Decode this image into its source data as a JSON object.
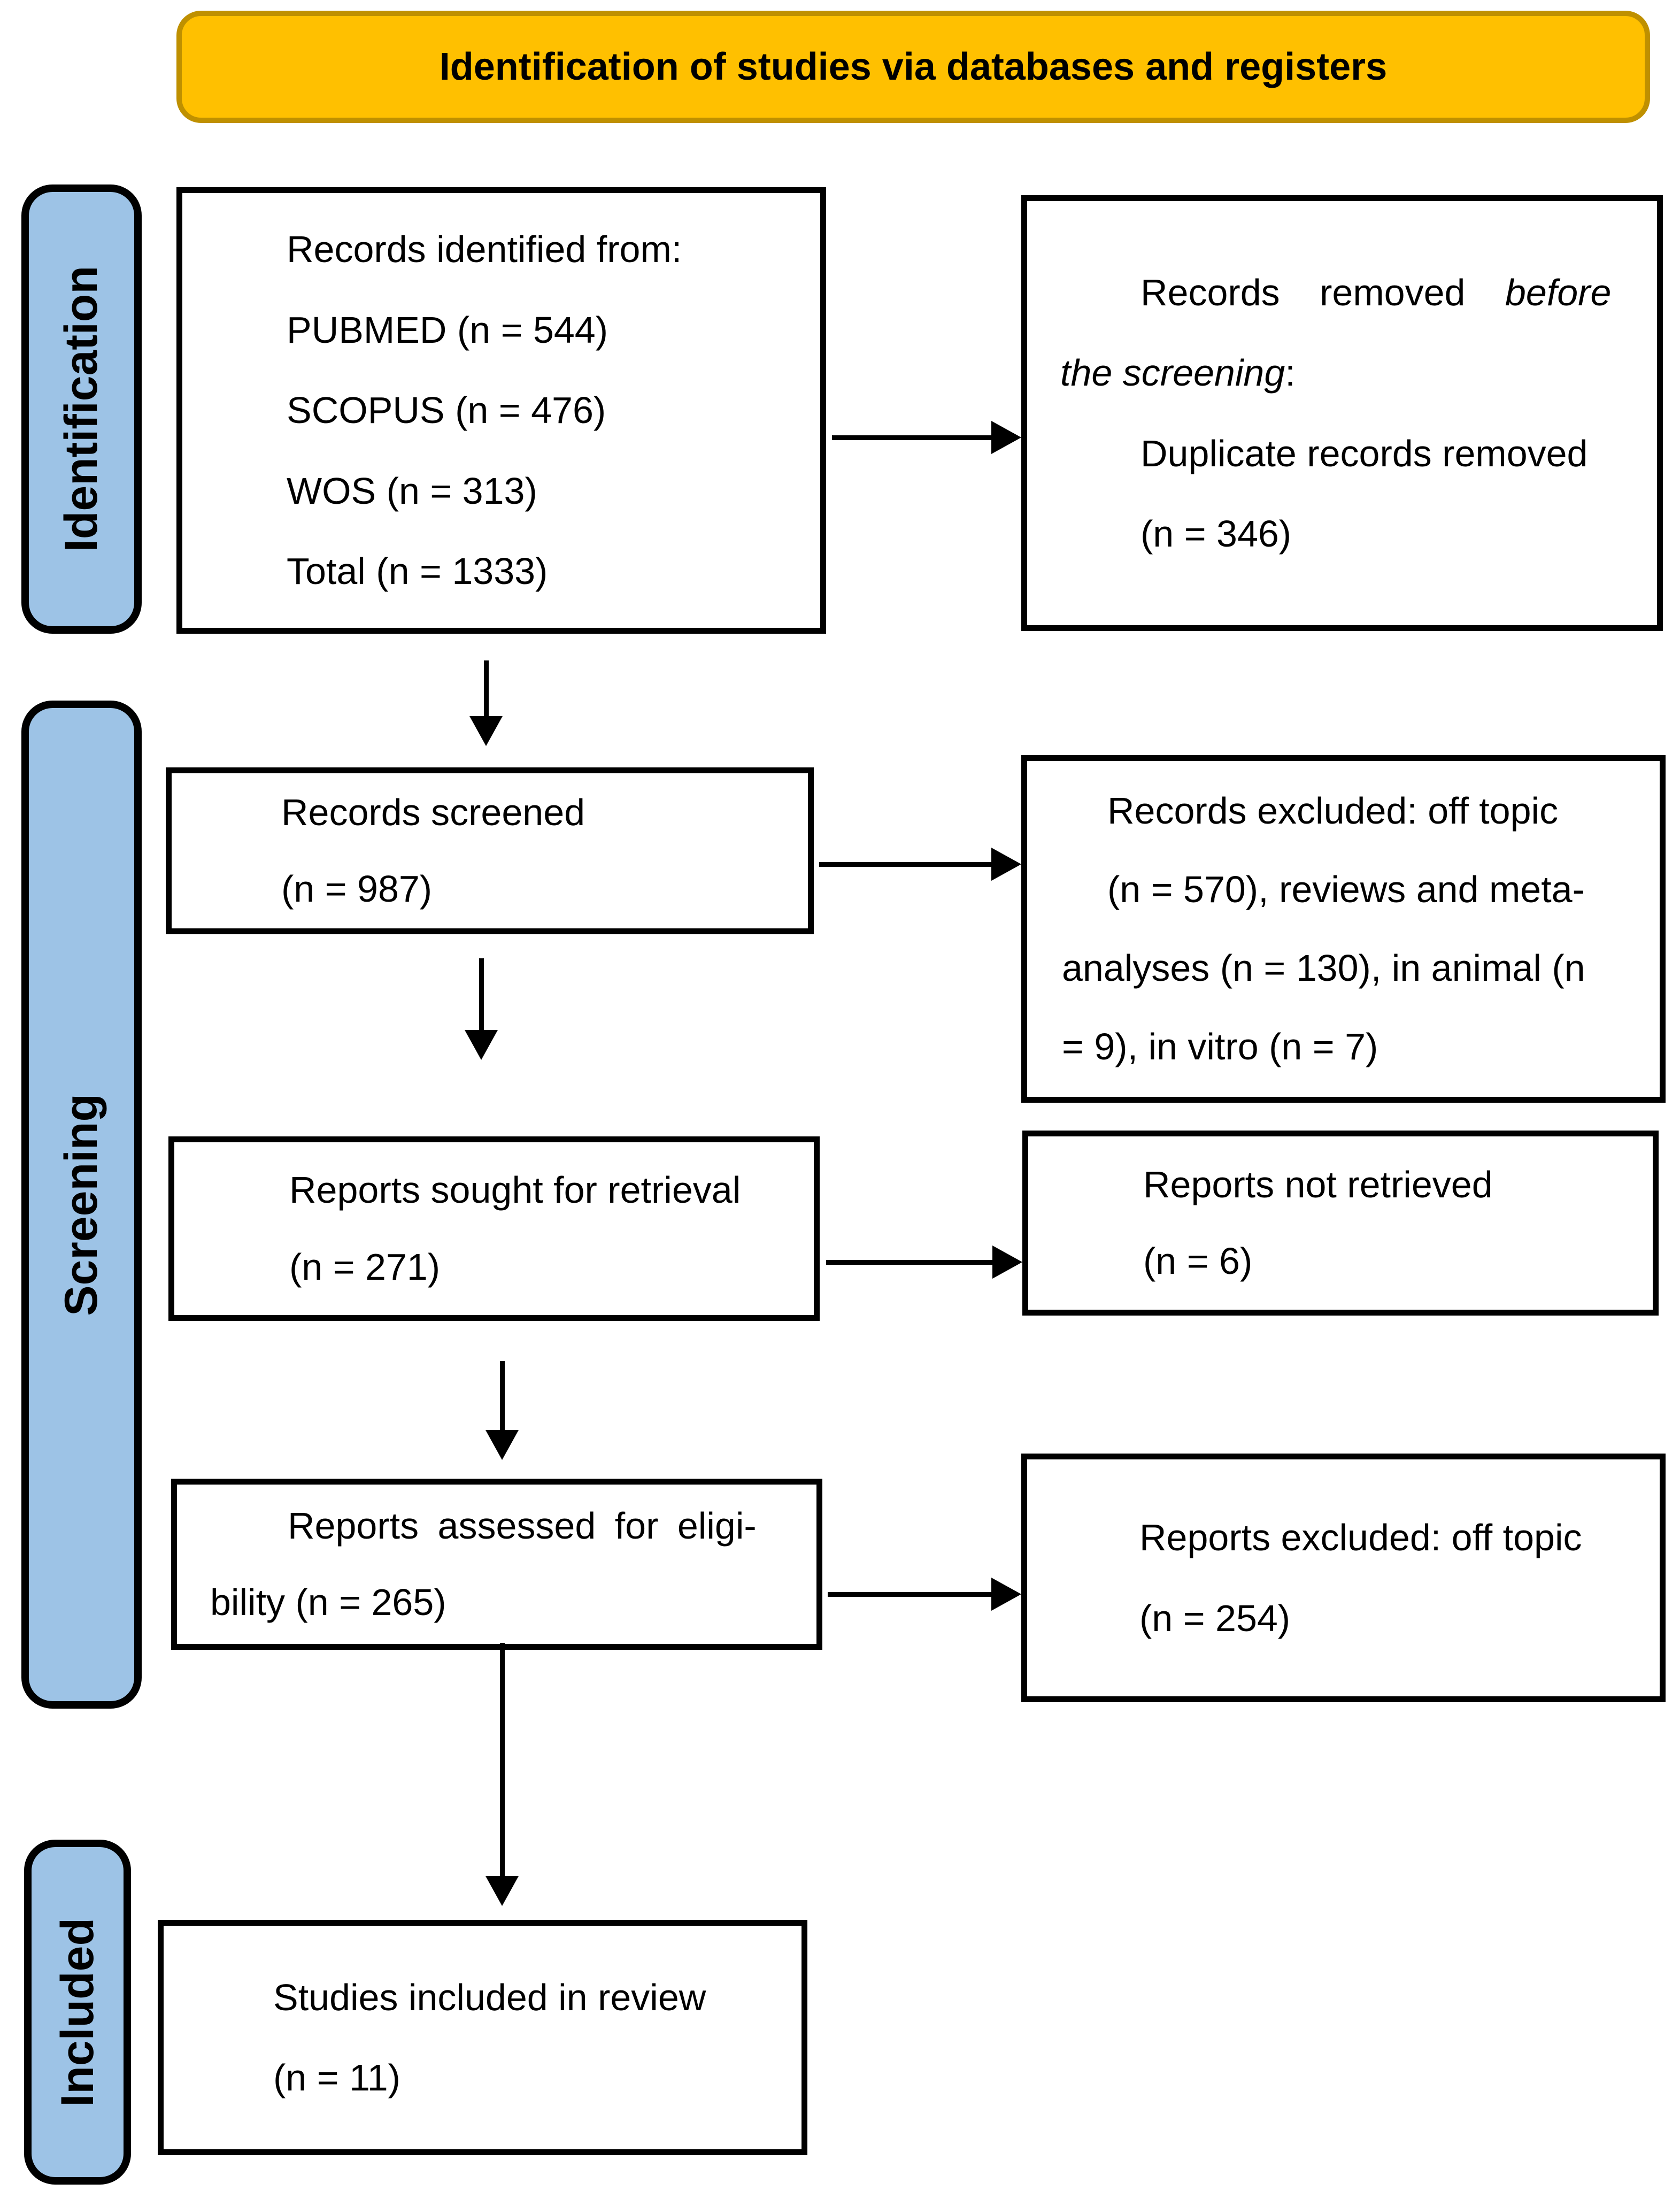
{
  "title": "Identification of studies via databases and registers",
  "colors": {
    "banner_fill": "#FFC000",
    "banner_border": "#BF9000",
    "stage_fill": "#9DC3E6",
    "line_color": "#000000"
  },
  "stages": {
    "identification": "Identification",
    "screening": "Screening",
    "included": "Included"
  },
  "boxes": {
    "identified": {
      "lines": [
        "Records identified from:",
        "PUBMED (n = 544)",
        "SCOPUS (n = 476)",
        "WOS (n = 313)",
        "Total (n = 1333)"
      ]
    },
    "removed": {
      "line1_normal": "Records removed",
      "line1_italic": "before",
      "line2_italic": "the screening",
      "line2_colon": ":",
      "line3": "Duplicate records removed",
      "line4": "(n = 346)"
    },
    "screened": {
      "lines": [
        "Records screened",
        "(n = 987)"
      ]
    },
    "excluded_records": {
      "lines": [
        "Records excluded: off topic",
        "(n = 570), reviews and meta-",
        "analyses (n = 130), in animal (n",
        "= 9), in vitro (n = 7)"
      ]
    },
    "sought": {
      "lines": [
        "Reports sought for retrieval",
        "(n = 271)"
      ]
    },
    "not_retrieved": {
      "lines": [
        "Reports not retrieved",
        "(n = 6)"
      ]
    },
    "assessed": {
      "lines": [
        "Reports assessed for eligi-",
        "bility (n = 265)"
      ]
    },
    "excluded_reports": {
      "lines": [
        "Reports excluded: off topic",
        "(n = 254)"
      ]
    },
    "included_studies": {
      "lines": [
        "Studies included in review",
        "(n = 11)"
      ]
    }
  }
}
